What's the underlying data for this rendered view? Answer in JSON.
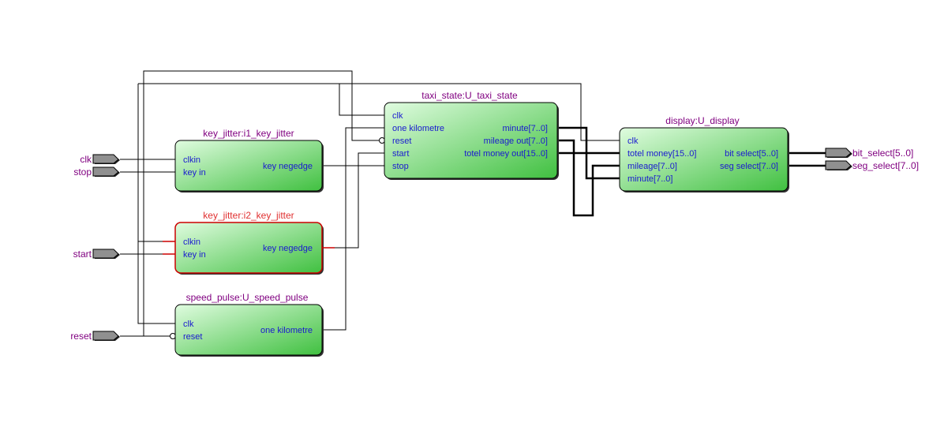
{
  "diagram": {
    "type": "rtl-schematic",
    "inputs": [
      {
        "id": "clk",
        "label": "clk"
      },
      {
        "id": "stop",
        "label": "stop"
      },
      {
        "id": "start",
        "label": "start"
      },
      {
        "id": "reset",
        "label": "reset"
      }
    ],
    "outputs": [
      {
        "id": "bit_select",
        "label": "bit_select[5..0]"
      },
      {
        "id": "seg_select",
        "label": "seg_select[7..0]"
      }
    ],
    "blocks": {
      "i1": {
        "title": "key_jitter:i1_key_jitter",
        "ports_in": [
          "clkin",
          "key_in"
        ],
        "ports_out": [
          "key_negedge"
        ],
        "highlighted": false
      },
      "i2": {
        "title": "key_jitter:i2_key_jitter",
        "ports_in": [
          "clkin",
          "key_in"
        ],
        "ports_out": [
          "key_negedge"
        ],
        "highlighted": true
      },
      "sp": {
        "title": "speed_pulse:U_speed_pulse",
        "ports_in": [
          "clk",
          "reset"
        ],
        "ports_out": [
          "one_kilometre"
        ],
        "highlighted": false
      },
      "ts": {
        "title": "taxi_state:U_taxi_state",
        "ports_in": [
          "clk",
          "one_kilometre",
          "reset",
          "start",
          "stop"
        ],
        "ports_out": [
          "minute[7..0]",
          "mileage_out[7..0]",
          "totel_money_out[15..0]"
        ],
        "highlighted": false
      },
      "dp": {
        "title": "display:U_display",
        "ports_in": [
          "clk",
          "totel_money[15..0]",
          "mileage[7..0]",
          "minute[7..0]"
        ],
        "ports_out": [
          "bit_select[5..0]",
          "seg_select[7..0]"
        ],
        "highlighted": false
      }
    },
    "colors": {
      "wire": "#000000",
      "title": "#800080",
      "port": "#1a1ad0",
      "highlight": "#cc0000",
      "block_light": "#d8f8d8",
      "block_dark": "#40c040",
      "pin": "#909090"
    }
  }
}
